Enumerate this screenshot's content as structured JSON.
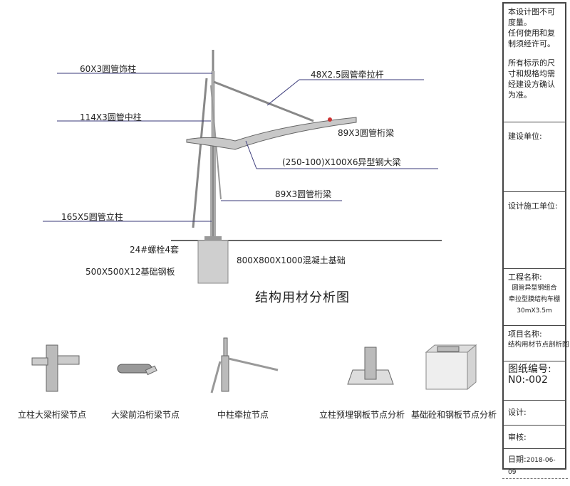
{
  "drawing": {
    "labels": {
      "deco_column": "60X3圆管饰柱",
      "tie_rod": "48X2.5圆管牵拉杆",
      "mid_column": "114X3圆管中柱",
      "purlin_front": "89X3圆管桁梁",
      "main_beam": "(250-100)X100X6异型钢大梁",
      "purlin_mid": "89X3圆管桁梁",
      "column": "165X5圆管立柱",
      "bolts": "24#螺栓4套",
      "foundation": "800X800X1000混凝土基础",
      "base_plate": "500X500X12基础钢板"
    },
    "title": "结构用材分析图",
    "details": [
      {
        "caption": "立柱大梁桁梁节点"
      },
      {
        "caption": "大梁前沿桁梁节点"
      },
      {
        "caption": "中柱牵拉节点"
      },
      {
        "caption": "立柱预埋钢板节点分析"
      },
      {
        "caption": "基础砼和钢板节点分析"
      }
    ]
  },
  "title_block": {
    "notice": [
      "本设计图不可度量。",
      "任何使用和复制须经许可。",
      "所有标示的尺寸和规格均需经建设方确认为准。"
    ],
    "client_label": "建设单位:",
    "contractor_label": "设计施工单位:",
    "project_label": "工程名称:",
    "project_lines": [
      "圆管异型钢组合",
      "牵拉型膜结构车棚",
      "30mX3.5m"
    ],
    "item_label": "项目名称:",
    "item_value": "结构用材节点剖析图",
    "drawing_no_label": "图纸编号:",
    "drawing_no": "N0:-002",
    "designer_label": "设计:",
    "reviewer_label": "审核:",
    "date_label": "日期:",
    "date": "2018-06-09"
  }
}
